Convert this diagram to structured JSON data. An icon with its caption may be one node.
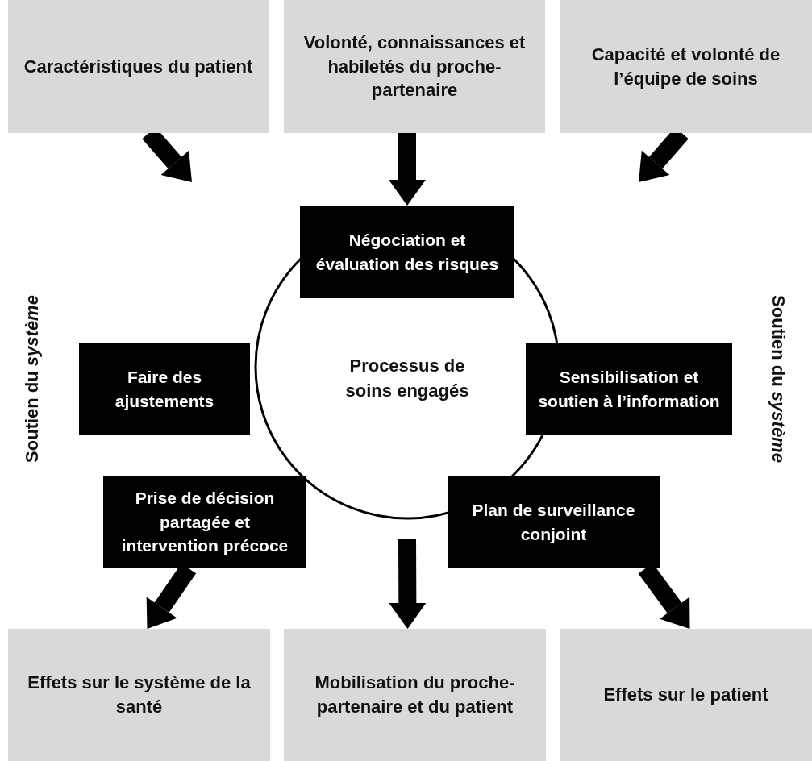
{
  "diagram": {
    "nodes": [
      {
        "text": [
          "Caractéristiques du patient"
        ]
      },
      {
        "text": [
          "Volonté, connaissances et habiletés du proche-partenaire"
        ]
      },
      {
        "text": [
          "Capacité et volonté de l’équipe de soins"
        ]
      },
      {
        "text": [
          "Processus de soins engagés"
        ]
      },
      {
        "text": [
          "Négociation et évaluation des risques"
        ]
      },
      {
        "text": [
          "Faire des ajustements"
        ]
      },
      {
        "text": [
          "Sensibilisation et soutien à l’information"
        ]
      },
      {
        "text": [
          "Prise de décision partagée et intervention précoce"
        ]
      },
      {
        "text": [
          "Plan de surveillance conjoint"
        ]
      },
      {
        "text": [
          "Effets sur le système de la santé"
        ]
      },
      {
        "text": [
          "Mobilisation du proche-partenaire et du patient"
        ]
      },
      {
        "text": [
          "Effets sur le patient"
        ]
      }
    ],
    "edges": [
      {
        "from": 0,
        "to": null,
        "arrow": "to"
      },
      {
        "from": 1,
        "to": 4,
        "arrow": "to"
      },
      {
        "from": 2,
        "to": null,
        "arrow": "to"
      },
      {
        "from": 7,
        "to": 9,
        "arrow": "to"
      },
      {
        "from": null,
        "to": 10,
        "arrow": "to"
      },
      {
        "from": 8,
        "to": 11,
        "arrow": "to"
      }
    ],
    "labels": [
      "Soutien du *système*",
      "Soutien du *système*"
    ]
  }
}
